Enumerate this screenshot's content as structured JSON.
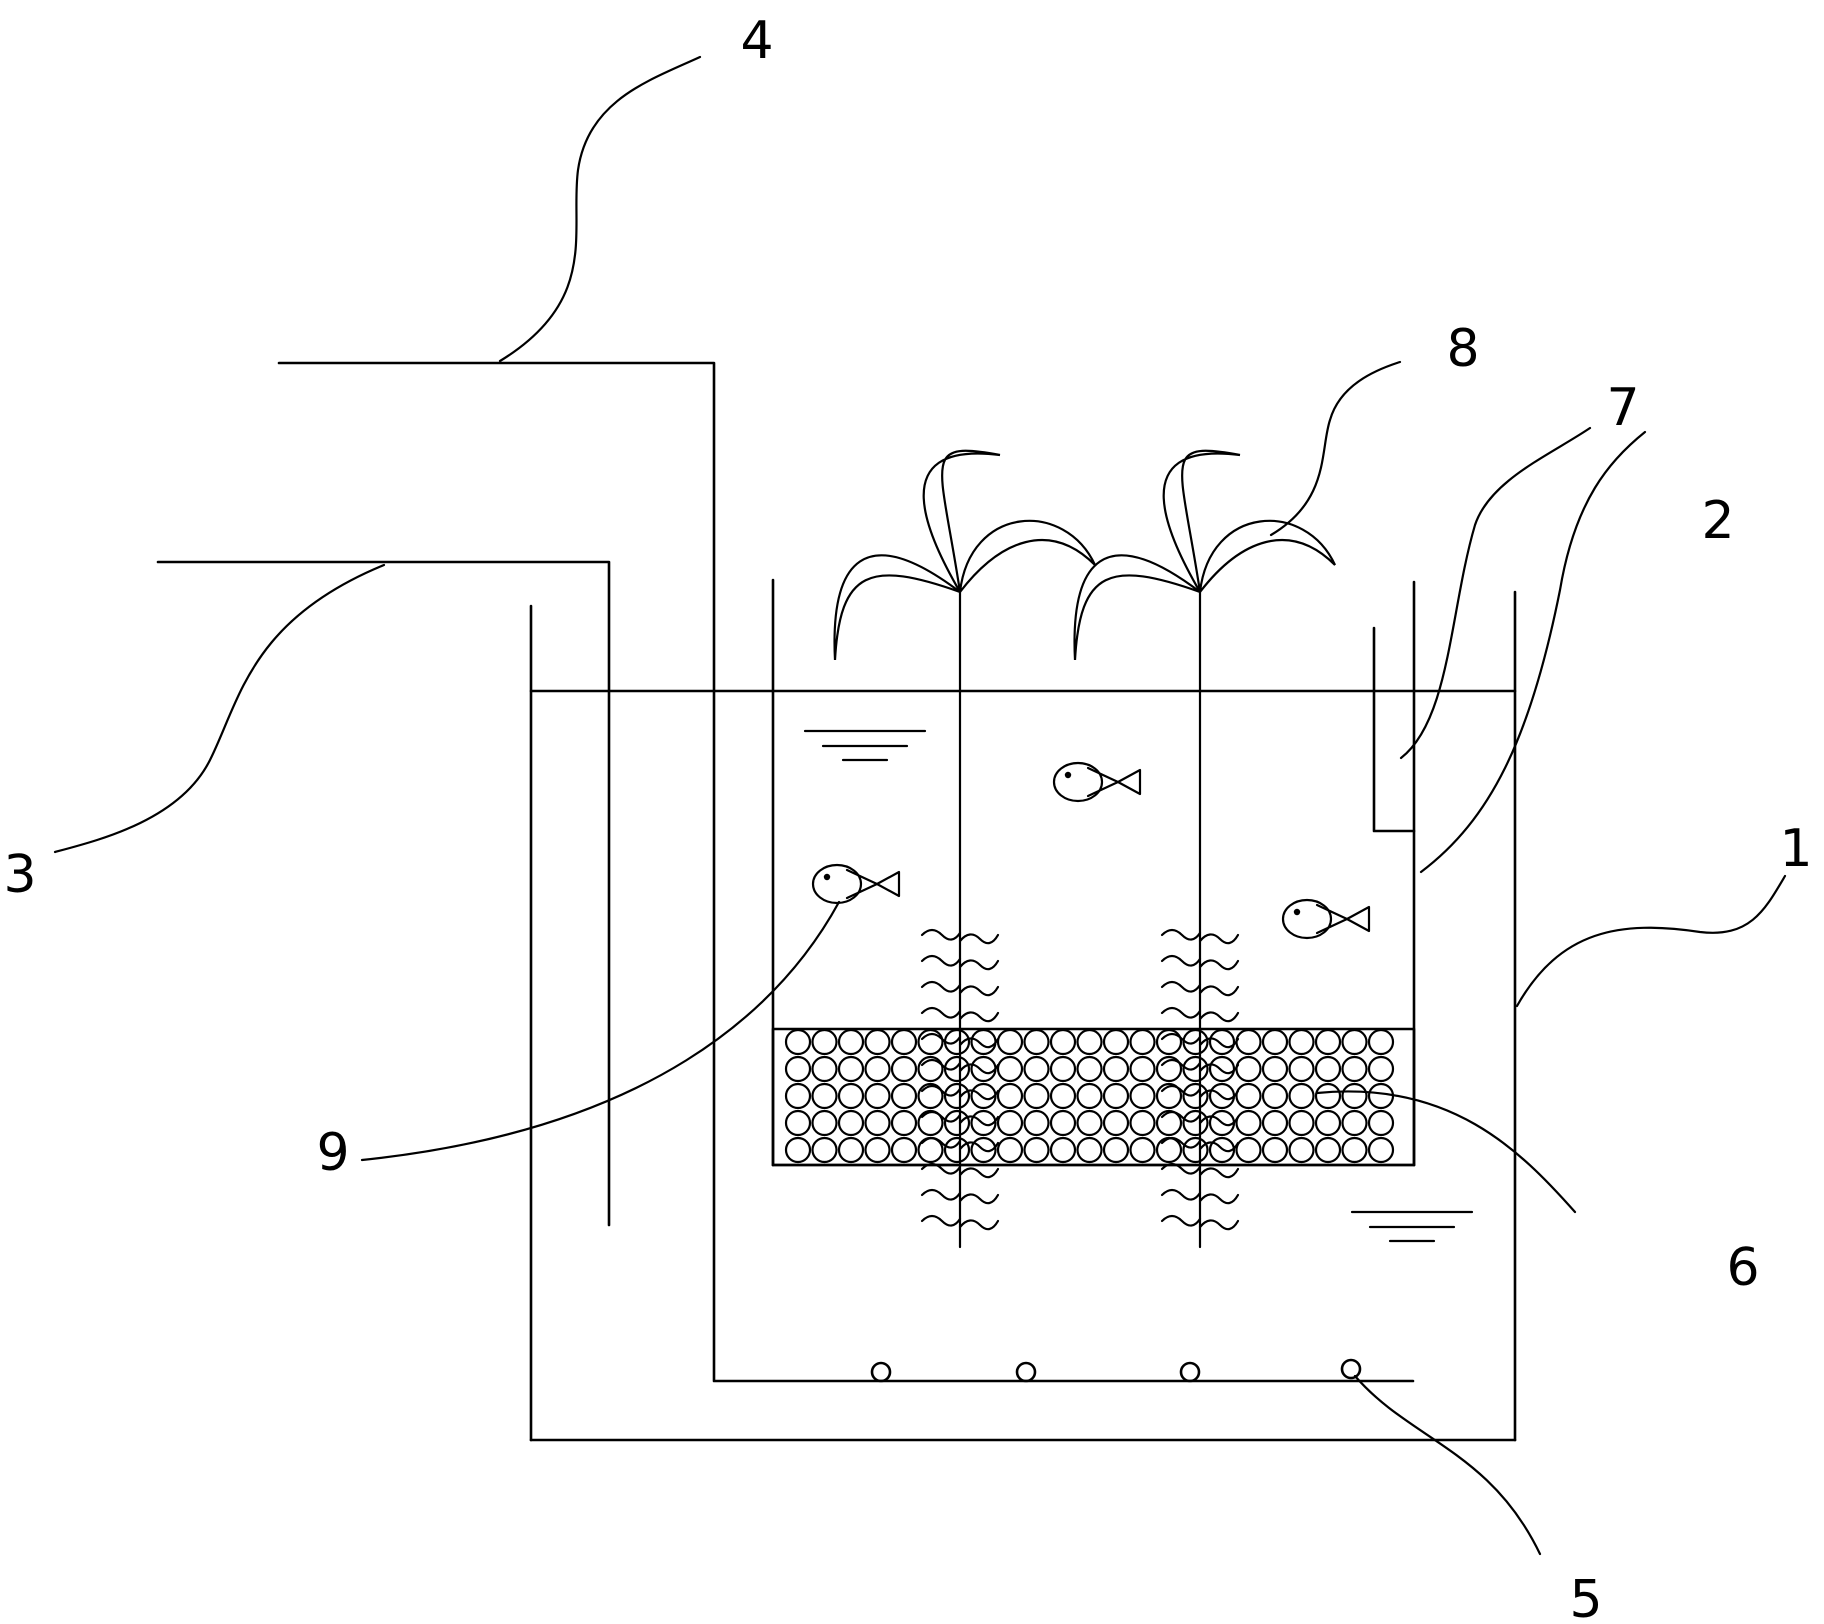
{
  "labels": {
    "l1": "1",
    "l2": "2",
    "l3": "3",
    "l4": "4",
    "l5": "5",
    "l6": "6",
    "l7": "7",
    "l8": "8",
    "l9": "9"
  },
  "colors": {
    "stroke": "#000000",
    "background": "#ffffff"
  },
  "icons": {
    "fish": "fish-icon",
    "plant": "aquatic-plant-icon",
    "leaf": "crescent-leaf-icon",
    "filler": "circle-packing-icon",
    "water_level": "water-level-icon"
  }
}
